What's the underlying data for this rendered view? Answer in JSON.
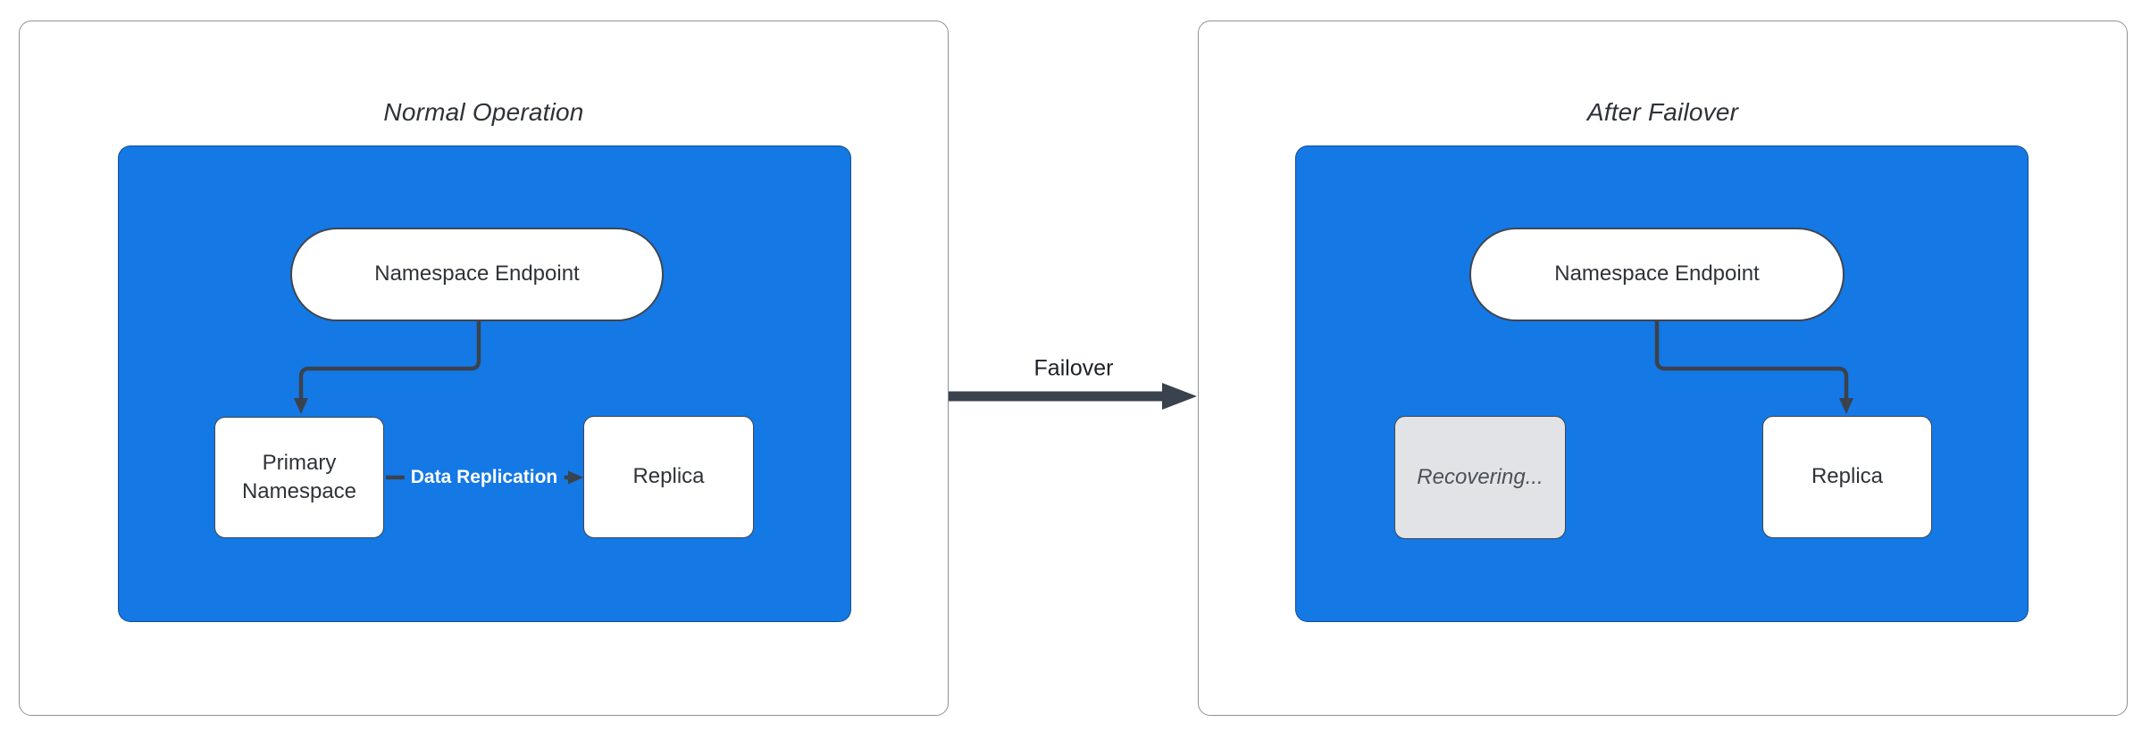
{
  "colors": {
    "blue": "#1478e5",
    "edge": "#3a424d",
    "node-border": "#3f4650",
    "node-text": "#2f3338",
    "title-text": "#2e3238",
    "panel-border": "#8e9298",
    "recovering-bg": "#e2e3e6",
    "recovering-text": "#4b505a"
  },
  "left_panel": {
    "title": "Normal Operation",
    "nodes": {
      "endpoint": "Namespace Endpoint",
      "primary": "Primary Namespace",
      "replica": "Replica"
    },
    "edge_label": "Data Replication"
  },
  "transition": {
    "label": "Failover"
  },
  "right_panel": {
    "title": "After Failover",
    "nodes": {
      "endpoint": "Namespace Endpoint",
      "recovering": "Recovering...",
      "replica": "Replica"
    }
  }
}
